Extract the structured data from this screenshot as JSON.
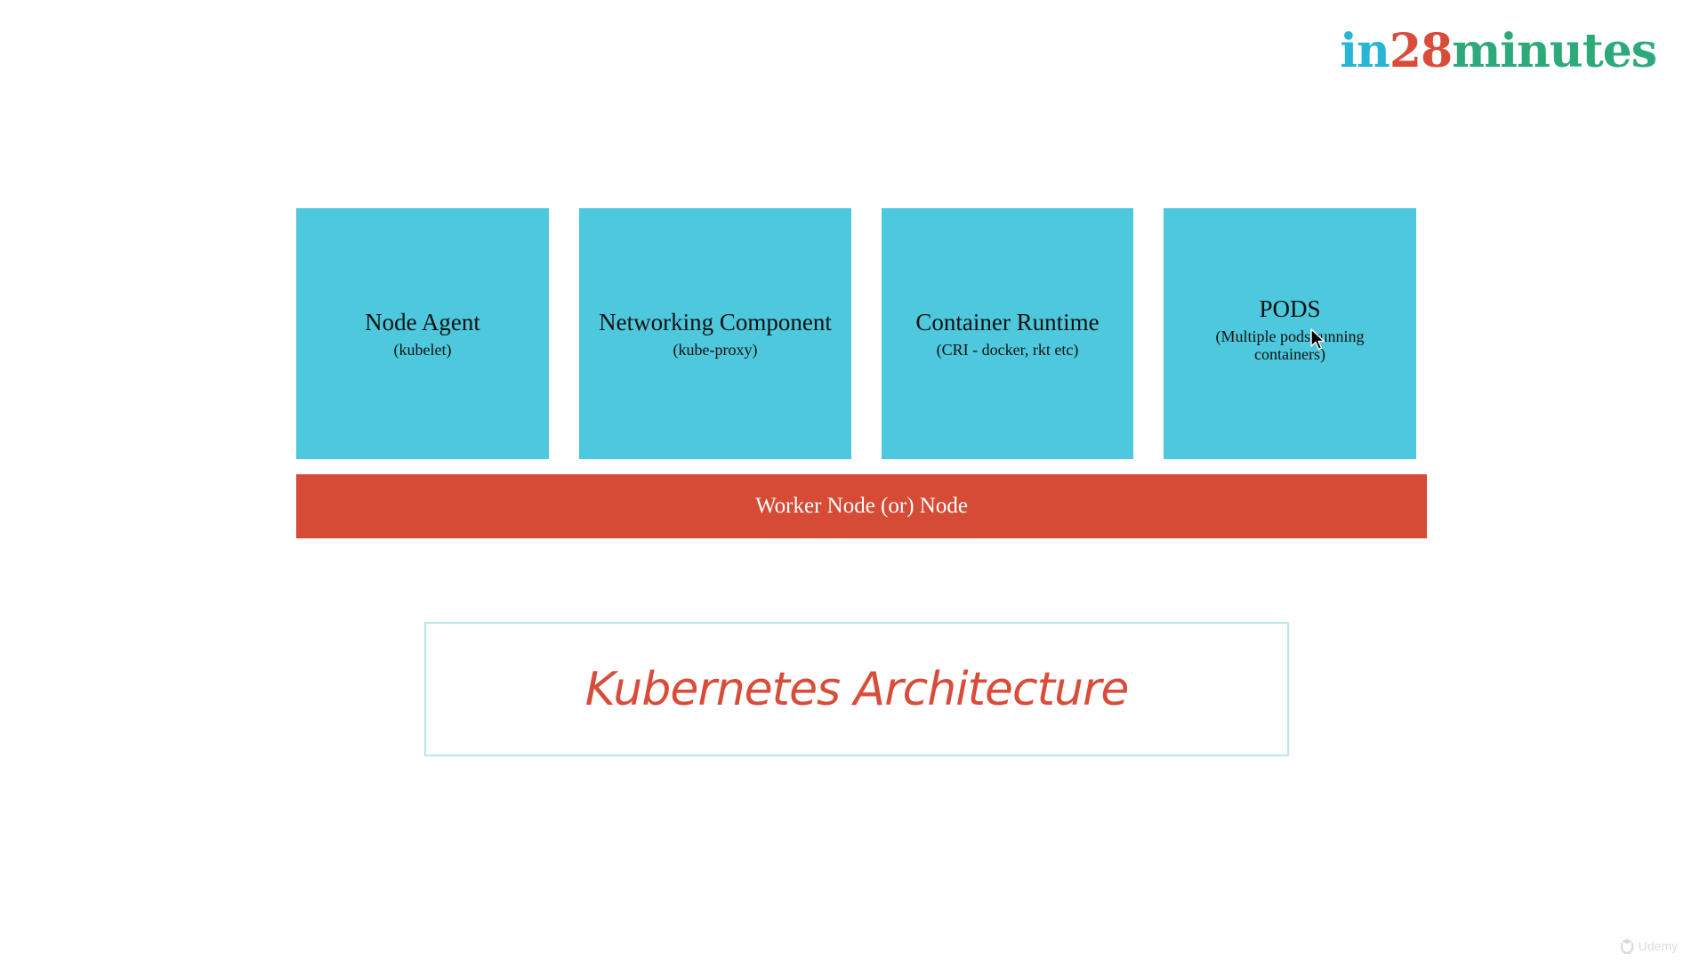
{
  "logo": {
    "part1": "in",
    "part2": "28",
    "part3": "minutes"
  },
  "components": [
    {
      "title": "Node Agent",
      "subtitle": "(kubelet)"
    },
    {
      "title": "Networking Component",
      "subtitle": "(kube-proxy)"
    },
    {
      "title": "Container Runtime",
      "subtitle": "(CRI - docker, rkt etc)"
    },
    {
      "title": "PODS",
      "subtitle": "(Multiple pods running containers)"
    }
  ],
  "node_bar": {
    "label": "Worker Node (or) Node"
  },
  "caption": {
    "text": "Kubernetes Architecture"
  },
  "watermark": {
    "icon": "udemy-logo-icon",
    "text": "Udemy"
  },
  "colors": {
    "component_fill": "#4dc8dd",
    "node_bar_fill": "#d64b35",
    "caption_text": "#d94c3a",
    "caption_border": "#b9e7ef"
  }
}
